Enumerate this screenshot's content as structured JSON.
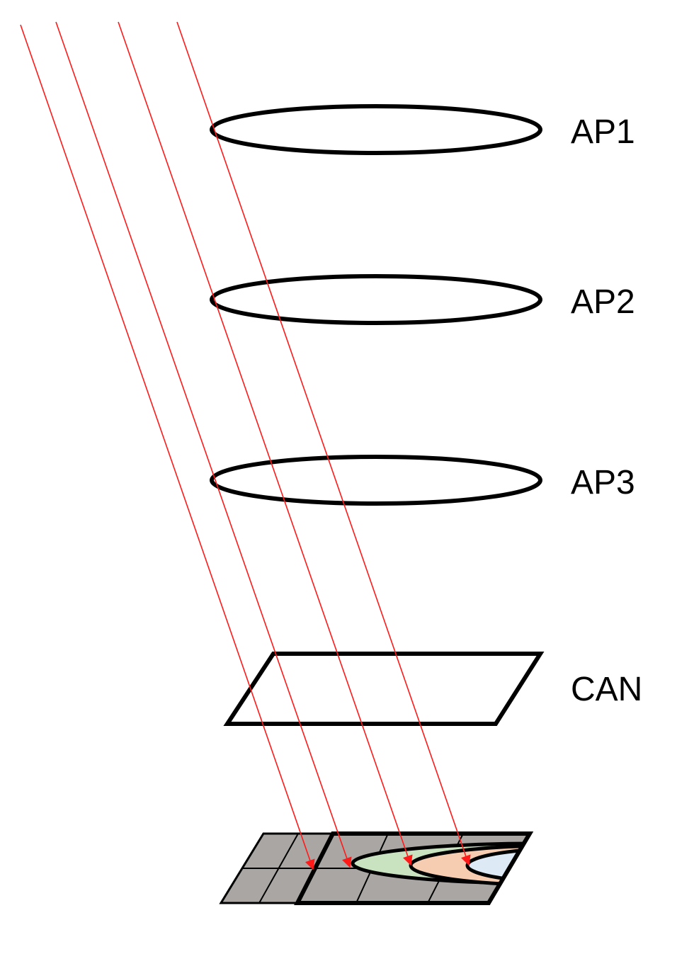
{
  "labels": {
    "ap1": "AP1",
    "ap2": "AP2",
    "ap3": "AP3",
    "can": "CAN"
  },
  "colors": {
    "ray": "#ff1a1a",
    "outline": "#000000",
    "cell_gray": "#aaa6a4",
    "region_green": "#c9e3c1",
    "region_orange": "#f6cdb1",
    "region_blue": "#dde9f5"
  }
}
